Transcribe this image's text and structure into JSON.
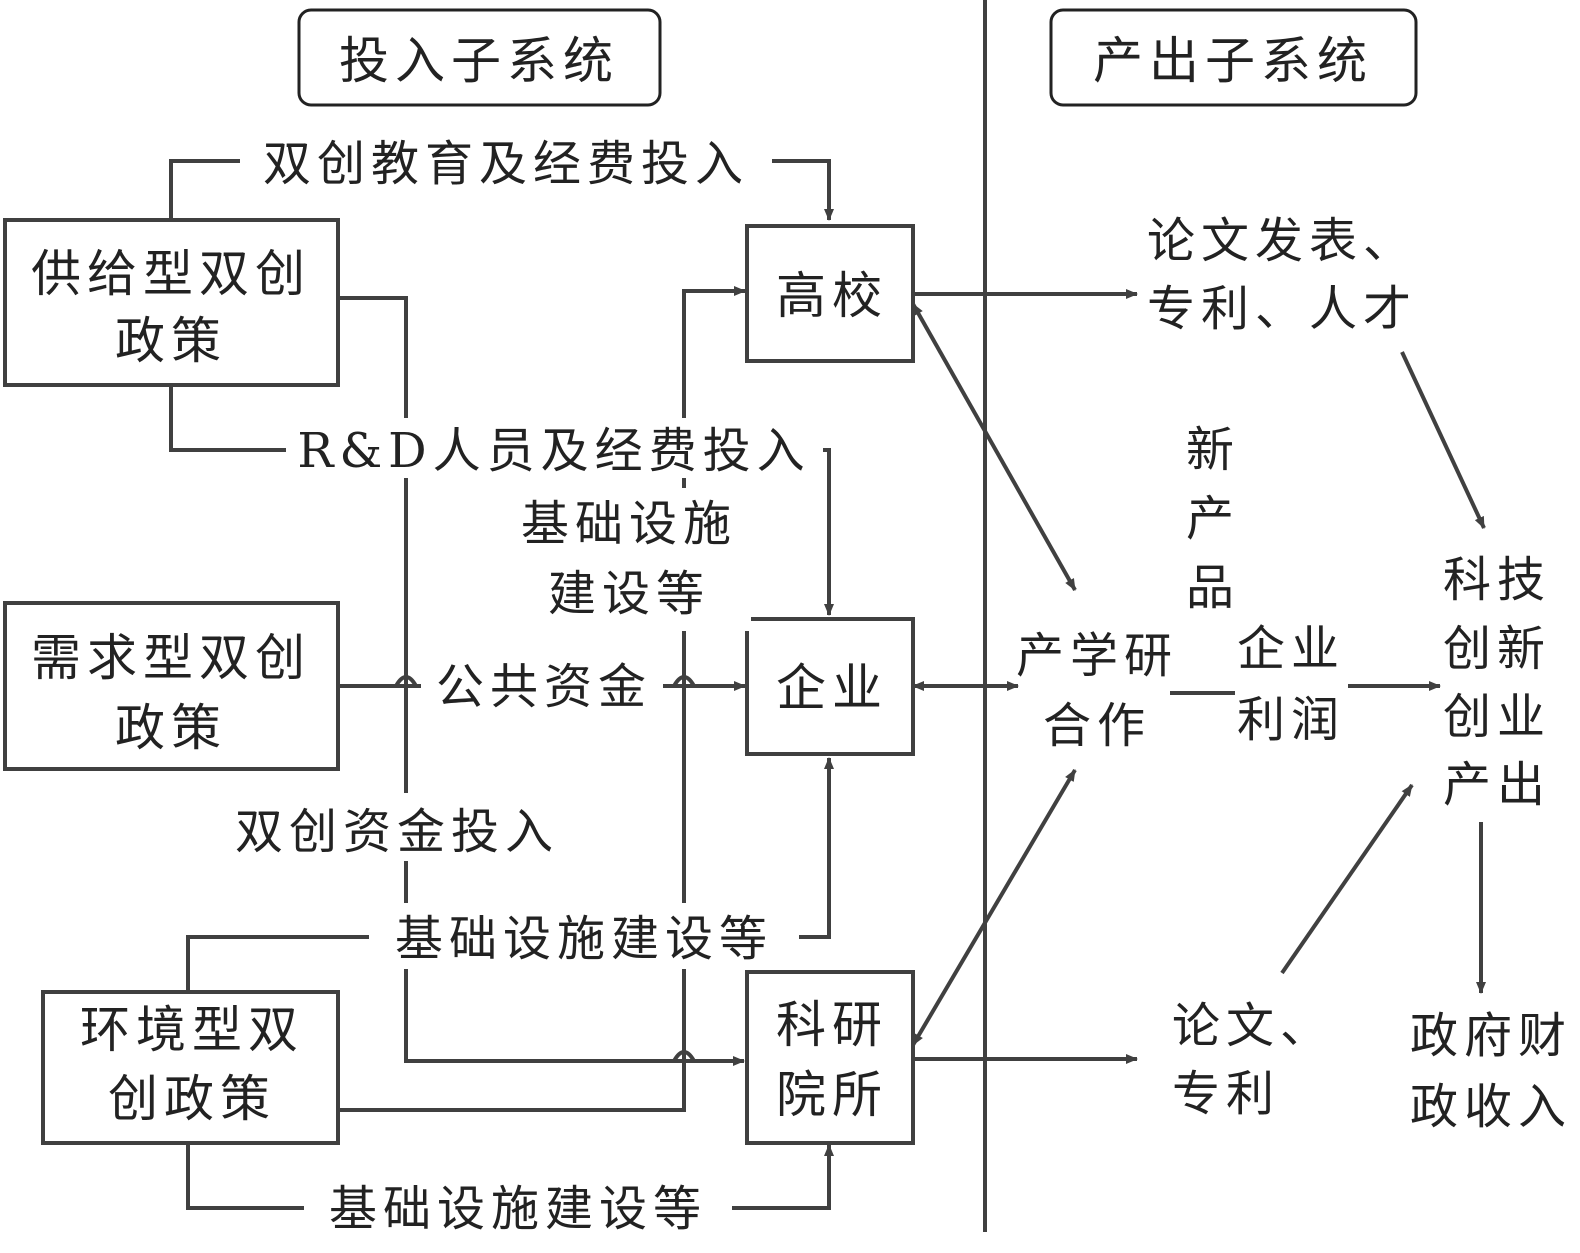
{
  "colors": {
    "line": "#404040",
    "text": "#222222",
    "background": "#ffffff"
  },
  "headers": {
    "input_subsystem": "投入子系统",
    "output_subsystem": "产出子系统"
  },
  "policies": {
    "supply_line1": "供给型双创",
    "supply_line2": "政策",
    "demand_line1": "需求型双创",
    "demand_line2": "政策",
    "environment_line1": "环境型双",
    "environment_line2": "创政策"
  },
  "actors": {
    "university": "高校",
    "enterprise": "企业",
    "institute_line1": "科研",
    "institute_line2": "院所"
  },
  "flows": {
    "edu_funding": "双创教育及经费投入",
    "rd_funding": "R&D人员及经费投入",
    "infra_line1": "基础设施",
    "infra_line2": "建设等",
    "public_funds": "公共资金",
    "innovation_funds": "双创资金投入",
    "infra_upper": "基础设施建设等",
    "infra_lower": "基础设施建设等"
  },
  "outputs": {
    "uni_output_line1": "论文发表、",
    "uni_output_line2": "专利、人才",
    "new_product_1": "新",
    "new_product_2": "产",
    "new_product_3": "品",
    "cooperation_line1": "产学研",
    "cooperation_line2": "合作",
    "profit_line1": "企业",
    "profit_line2": "利润",
    "inst_output_line1": "论文、",
    "inst_output_line2": "专利",
    "final_line1": "科技",
    "final_line2": "创新",
    "final_line3": "创业",
    "final_line4": "产出",
    "gov_line1": "政府财",
    "gov_line2": "政收入"
  }
}
